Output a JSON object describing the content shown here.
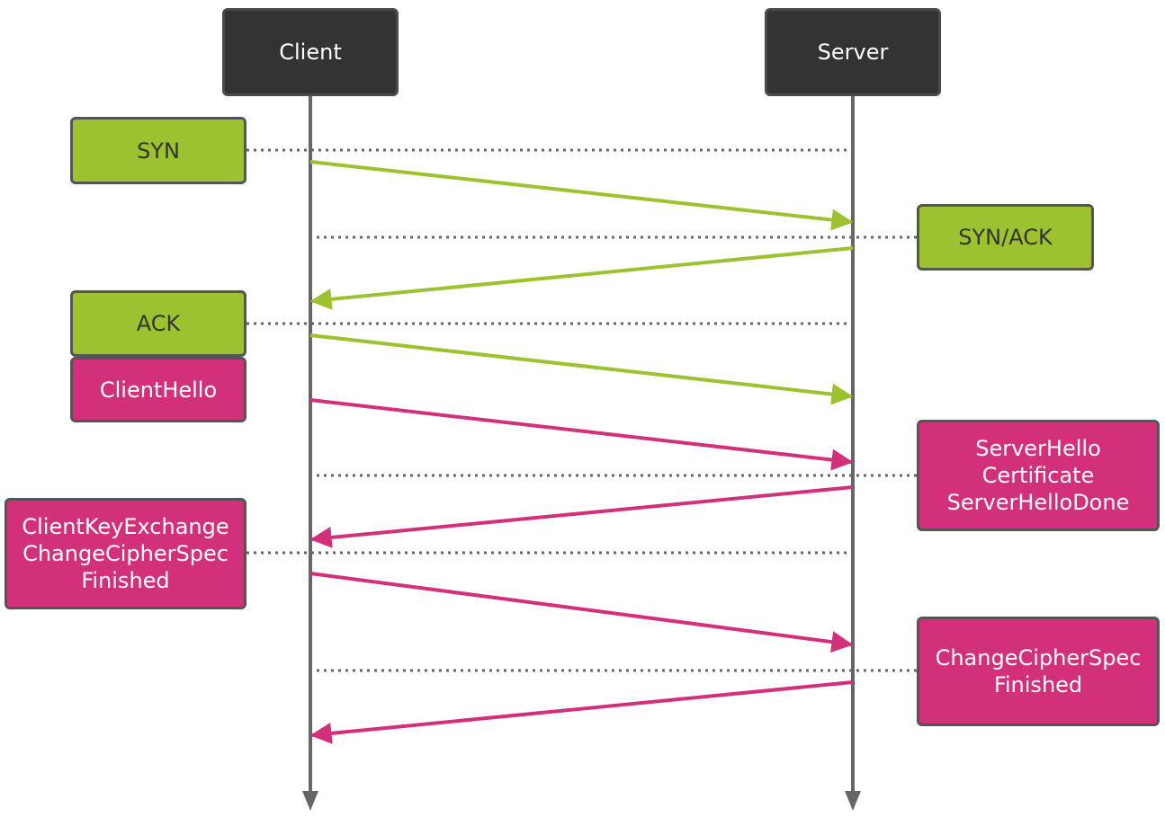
{
  "actors": {
    "client": "Client",
    "server": "Server"
  },
  "messages": {
    "syn": "SYN",
    "syn_ack": "SYN/ACK",
    "ack": "ACK",
    "client_hello": "ClientHello",
    "server_hello": [
      "ServerHello",
      "Certificate",
      "ServerHelloDone"
    ],
    "client_key_exchange": [
      "ClientKeyExchange",
      "ChangeCipherSpec",
      "Finished"
    ],
    "server_finished": [
      "ChangeCipherSpec",
      "Finished"
    ]
  },
  "colors": {
    "tcp": "#9cc32f",
    "tls": "#d3307c",
    "lifeline": "#666666",
    "actor_box": "#333333",
    "dotted": "#666666"
  }
}
